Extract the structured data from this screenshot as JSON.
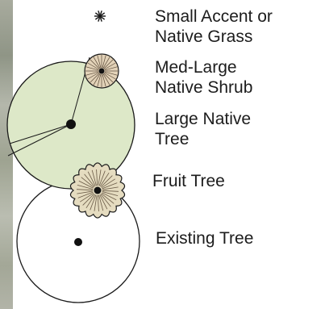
{
  "legend": {
    "accent_label": "Small Accent or\nNative Grass",
    "shrub_label": "Med-Large\nNative Shrub",
    "large_tree_label": "Large Native\nTree",
    "fruit_tree_label": "Fruit Tree",
    "existing_tree_label": "Existing Tree"
  },
  "colors": {
    "large_tree_fill": "#dde8c8",
    "shrub_fill": "#e2d2b8",
    "fruit_tree_fill": "#e5dcc0",
    "existing_tree_fill": "#ffffff",
    "outline": "#1a1a1a",
    "background": "#ffffff"
  }
}
